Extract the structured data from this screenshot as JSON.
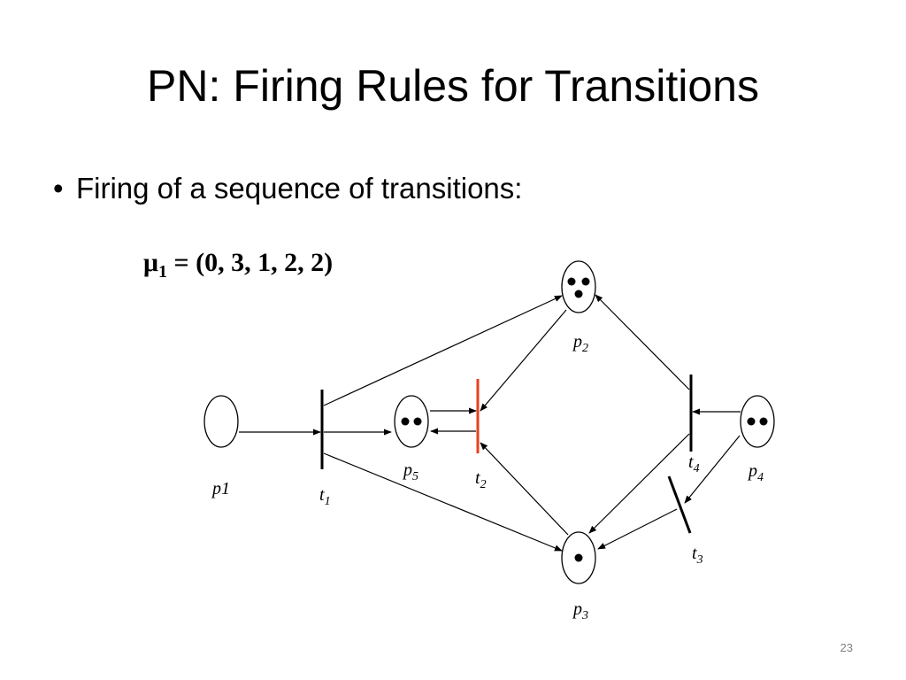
{
  "slide": {
    "title": "PN: Firing Rules for Transitions",
    "bullet": "Firing of a sequence of transitions:",
    "page_number": "23"
  },
  "diagram": {
    "marking": {
      "symbol": "μ",
      "index": "1",
      "value": " = (0, 3, 1, 2, 2)"
    },
    "places": [
      {
        "id": "p1",
        "base": "p1",
        "sub": "",
        "tokens": 0
      },
      {
        "id": "p2",
        "base": "p",
        "sub": "2",
        "tokens": 3
      },
      {
        "id": "p3",
        "base": "p",
        "sub": "3",
        "tokens": 1
      },
      {
        "id": "p4",
        "base": "p",
        "sub": "4",
        "tokens": 2
      },
      {
        "id": "p5",
        "base": "p",
        "sub": "5",
        "tokens": 2
      }
    ],
    "transitions": [
      {
        "id": "t1",
        "base": "t",
        "sub": "1",
        "highlighted": false
      },
      {
        "id": "t2",
        "base": "t",
        "sub": "2",
        "highlighted": true
      },
      {
        "id": "t3",
        "base": "t",
        "sub": "3",
        "highlighted": false
      },
      {
        "id": "t4",
        "base": "t",
        "sub": "4",
        "highlighted": false
      }
    ],
    "arcs": [
      {
        "from": "p1",
        "to": "t1"
      },
      {
        "from": "t1",
        "to": "p5"
      },
      {
        "from": "t1",
        "to": "p2"
      },
      {
        "from": "t1",
        "to": "p3"
      },
      {
        "from": "p5",
        "to": "t2"
      },
      {
        "from": "p2",
        "to": "t2"
      },
      {
        "from": "t2",
        "to": "p5"
      },
      {
        "from": "p3",
        "to": "t2"
      },
      {
        "from": "t4",
        "to": "p2"
      },
      {
        "from": "t4",
        "to": "p3"
      },
      {
        "from": "p4",
        "to": "t4"
      },
      {
        "from": "p4",
        "to": "t3"
      },
      {
        "from": "t3",
        "to": "p3"
      }
    ],
    "colors": {
      "stroke": "#000000",
      "highlight": "#e8401c"
    }
  }
}
